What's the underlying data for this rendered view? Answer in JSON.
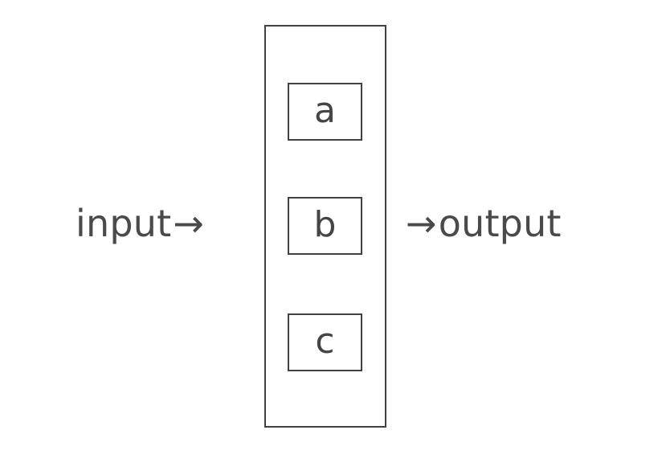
{
  "diagram": {
    "type": "block-pipeline",
    "background_color": "#ffffff",
    "stroke_color": "#414141",
    "text_color": "#4a4a4a",
    "input": {
      "label": "input",
      "arrow": "→"
    },
    "output": {
      "label": "output",
      "arrow": "→"
    },
    "container": {
      "label": "",
      "stages": [
        {
          "id": "a",
          "label": "a"
        },
        {
          "id": "b",
          "label": "b"
        },
        {
          "id": "c",
          "label": "c"
        }
      ]
    }
  }
}
